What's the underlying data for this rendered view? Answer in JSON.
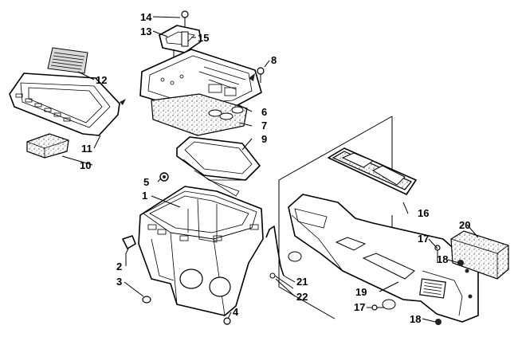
{
  "callouts": [
    "1",
    "2",
    "3",
    "4",
    "5",
    "6",
    "7",
    "8",
    "9",
    "10",
    "11",
    "12",
    "13",
    "14",
    "15",
    "16",
    "17",
    "17",
    "18",
    "18",
    "19",
    "20",
    "21",
    "22"
  ]
}
